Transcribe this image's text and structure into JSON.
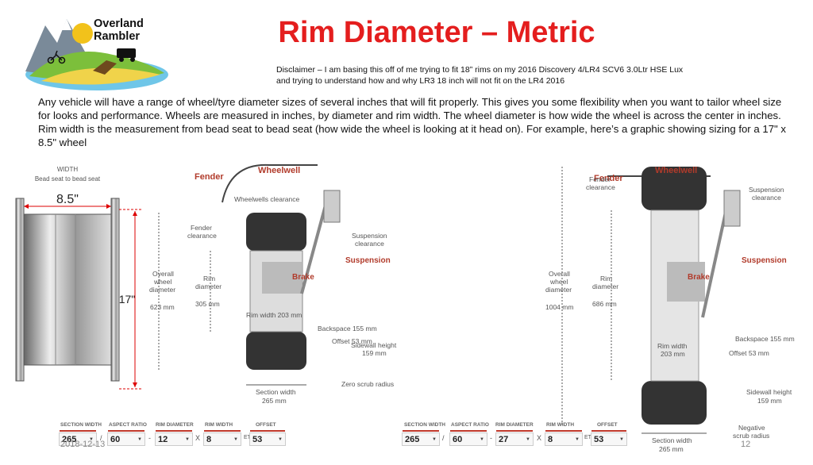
{
  "title": "Rim Diameter – Metric",
  "logo": {
    "line1": "Overland",
    "line2": "Rambler"
  },
  "disclaimer": {
    "line1": "Disclaimer – I am basing this off of me trying to fit 18” rims on my 2016 Discovery 4/LR4 SCV6 3.0Ltr HSE Lux",
    "line2": "and trying to understand how and why LR3 18 inch will not fit on the LR4 2016"
  },
  "intro": "Any vehicle will have a range of wheel/tyre diameter sizes of several inches that will fit properly. This gives you some flexibility  when you want to tailor wheel size for looks and performance. Wheels are measured in inches, by diameter and rim width. The wheel diameter is how wide the wheel is across the center in inches. Rim width is the measurement from bead seat to bead seat (how wide the wheel is looking at it head on). For example, here’s a graphic showing sizing for a 17\" x 8.5\" wheel",
  "rim_graphic": {
    "width_title": "WIDTH",
    "width_sub": "Bead seat to bead seat",
    "width_value": "8.5\"",
    "height_value": "17\""
  },
  "diagram_left": {
    "fender": "Fender",
    "wheelwell": "Wheelwell",
    "wheelwells_clearance": "Wheelwells clearance",
    "fender_clearance_1": "Fender",
    "fender_clearance_2": "clearance",
    "overall_1": "Overall",
    "overall_2": "wheel",
    "overall_3": "diameter",
    "overall_value": "623 mm",
    "rim_1": "Rim",
    "rim_2": "diameter",
    "rim_value": "305 mm",
    "suspension_clearance_1": "Suspension",
    "suspension_clearance_2": "clearance",
    "suspension": "Suspension",
    "brake": "Brake",
    "rim_width": "Rim width 203 mm",
    "backspace": "Backspace 155 mm",
    "offset": "Offset 53 mm",
    "sidewall_1": "Sidewall height",
    "sidewall_2": "159 mm",
    "zero_scrub": "Zero scrub radius",
    "section_1": "Section width",
    "section_2": "265 mm"
  },
  "diagram_right": {
    "fender": "Fender",
    "wheelwell": "Wheelwell",
    "fender_clearance_1": "Fender",
    "fender_clearance_2": "clearance",
    "suspension_clearance_1": "Suspension",
    "suspension_clearance_2": "clearance",
    "suspension": "Suspension",
    "overall_1": "Overall",
    "overall_2": "wheel",
    "overall_3": "diameter",
    "overall_value": "1004 mm",
    "rim_1": "Rim",
    "rim_2": "diameter",
    "rim_value": "686 mm",
    "brake": "Brake",
    "backspace": "Backspace 155 mm",
    "offset": "Offset 53 mm",
    "rim_width_1": "Rim width",
    "rim_width_2": "203 mm",
    "sidewall_1": "Sidewall height",
    "sidewall_2": "159 mm",
    "negative_1": "Negative",
    "negative_2": "scrub radius",
    "section_1": "Section width",
    "section_2": "265 mm"
  },
  "selectors_left": {
    "h_section": "SECTION WIDTH",
    "h_aspect": "ASPECT RATIO",
    "h_rim": "RIM DIAMETER",
    "h_width": "RIM WIDTH",
    "h_offset": "OFFSET",
    "section": "265",
    "aspect": "60",
    "rim": "12",
    "width": "8",
    "offset": "53",
    "dash": "-",
    "x": "X",
    "et": "ET"
  },
  "selectors_right": {
    "h_section": "SECTION WIDTH",
    "h_aspect": "ASPECT RATIO",
    "h_rim": "RIM DIAMETER",
    "h_width": "RIM WIDTH",
    "h_offset": "OFFSET",
    "section": "265",
    "aspect": "60",
    "rim": "27",
    "width": "8",
    "offset": "53",
    "dash": "-",
    "x": "X",
    "et": "ET"
  },
  "slash": "/",
  "footer": {
    "date": "2018-12-13",
    "page": "12"
  }
}
